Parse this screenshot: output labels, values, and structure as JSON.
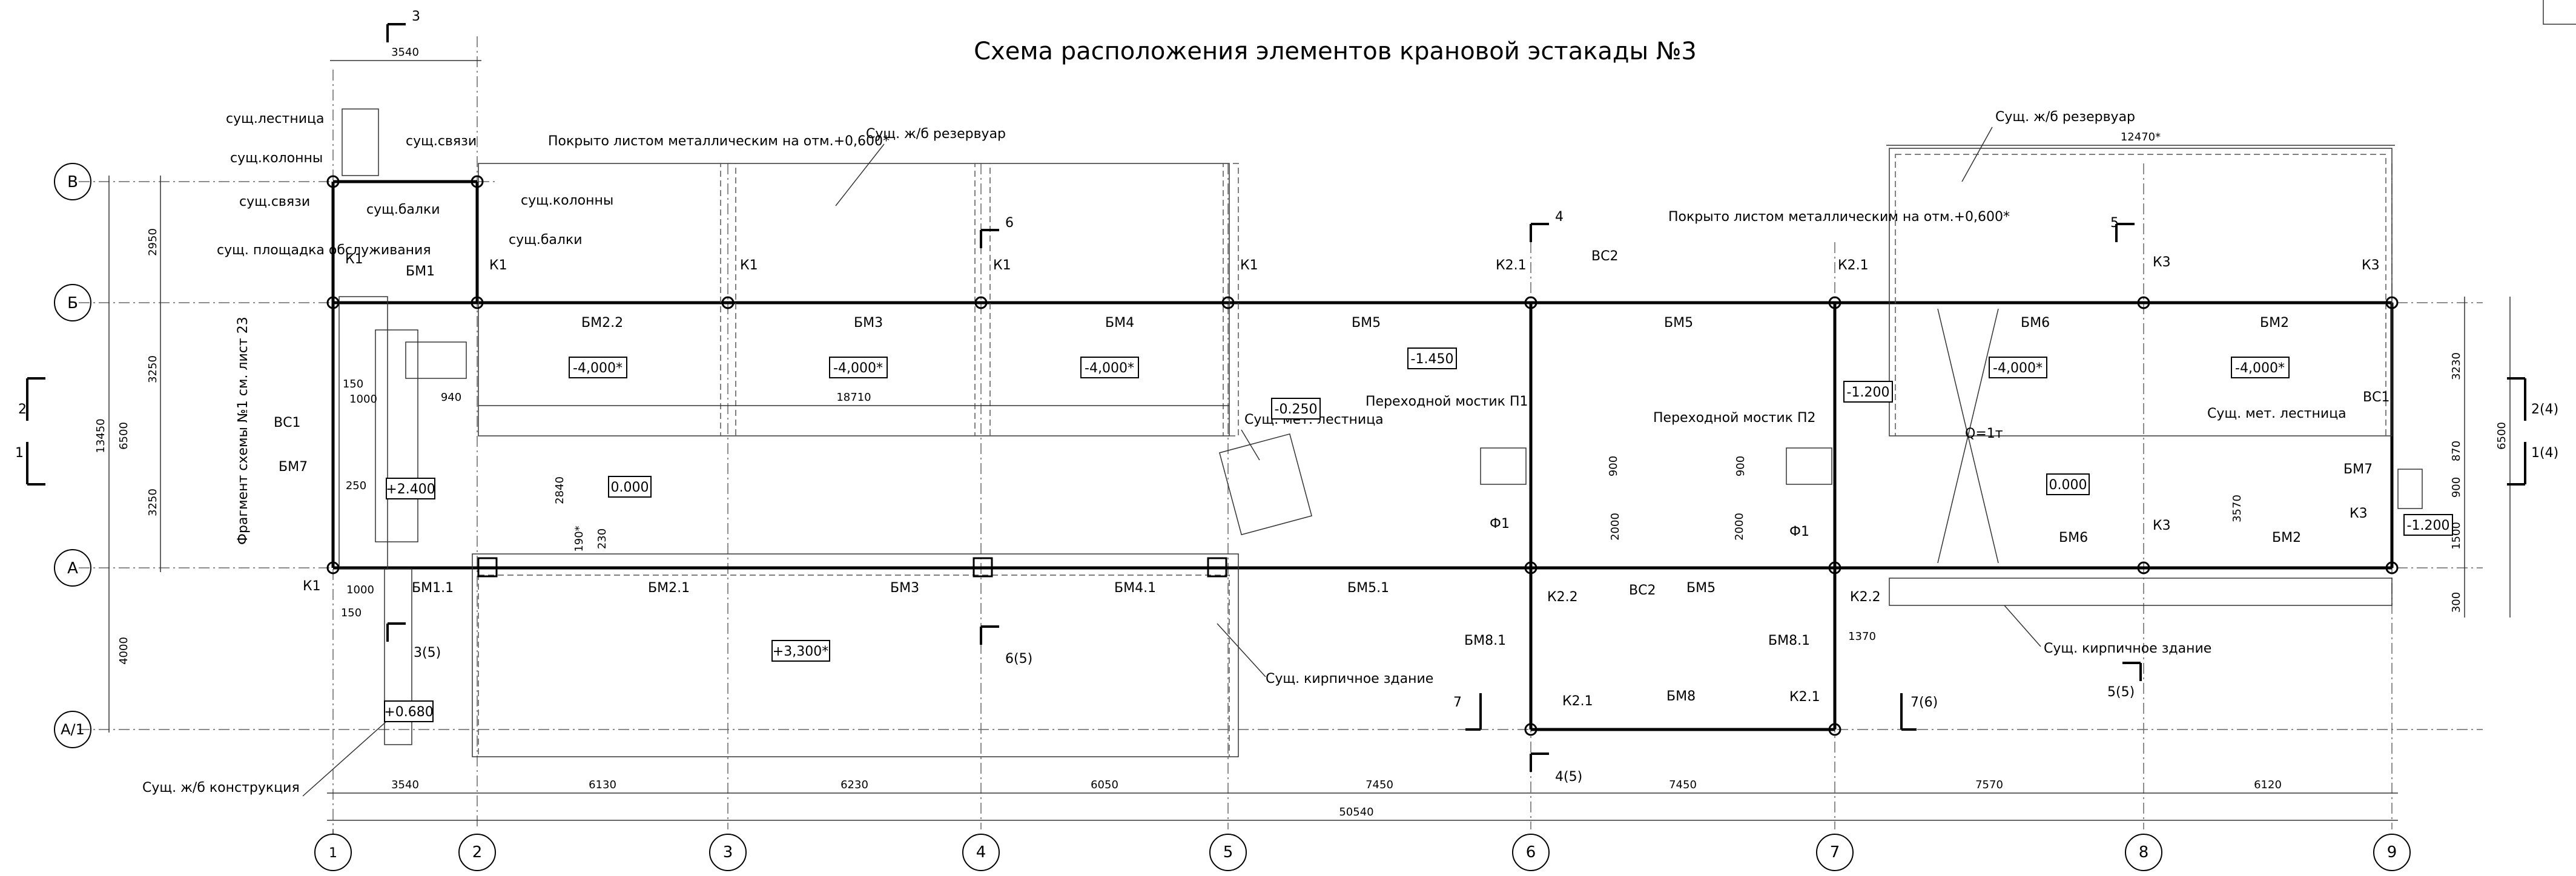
{
  "title": "Схема расположения элементов крановой эстакады №3",
  "axes_x": [
    "1",
    "2",
    "3",
    "4",
    "5",
    "6",
    "7",
    "8",
    "9"
  ],
  "axes_y": [
    "В",
    "Б",
    "А",
    "А/1"
  ],
  "spans_x": [
    "3540",
    "6130",
    "6230",
    "6050",
    "7450",
    "7450",
    "7570",
    "6120"
  ],
  "total_x": "50540",
  "top_dims": [
    "3540",
    "12470*",
    "18710",
    "940"
  ],
  "left_dims": [
    "2950",
    "3250",
    "3250",
    "4000",
    "6500",
    "13450",
    "2840",
    "190*",
    "230",
    "150",
    "1000",
    "1000",
    "150",
    "250"
  ],
  "right_dims": [
    "3230",
    "870",
    "900",
    "1500",
    "300",
    "6500",
    "3570",
    "900",
    "900",
    "2000",
    "2000",
    "1370"
  ],
  "notes": {
    "exist_stair": "сущ.лестница",
    "exist_col": "сущ.колонны",
    "exist_ties": "сущ.связи",
    "exist_platform": "сущ. площадка обслуживания",
    "exist_beams": "сущ.балки",
    "exist_ties2": "сущ.связи",
    "exist_beams2": "сущ.балки",
    "exist_col2": "сущ.колонны",
    "covered1": "Покрыто листом металлическим на отм.+0,600*",
    "covered2": "Покрыто листом металлическим на отм.+0,600*",
    "reservoir1": "Сущ. ж/б резервуар",
    "reservoir2": "Сущ. ж/б резервуар",
    "fragment": "Фрагмент схемы №1 см. лист 23",
    "met_stair1": "Сущ. мет. лестница",
    "met_stair2": "Сущ. мет. лестница",
    "bridge1": "Переходной мостик П1",
    "bridge2": "Переходной мостик П2",
    "brick1": "Сущ. кирпичное здание",
    "brick2": "Сущ. кирпичное здание",
    "concrete": "Сущ. ж/б конструкция",
    "q": "Q=1т"
  },
  "levels": [
    "-4,000*",
    "-4,000*",
    "-4,000*",
    "-1.450",
    "-1.200",
    "-4,000*",
    "-4,000*",
    "-0.250",
    "0.000",
    "0.000",
    "+2.400",
    "+3,300*",
    "+0.680",
    "-1.200"
  ],
  "marks": {
    "K1": "К1",
    "K21": "К2.1",
    "K22": "К2.2",
    "K3": "К3",
    "BM1": "БМ1",
    "BM11": "БМ1.1",
    "BM22": "БМ2.2",
    "BM21": "БМ2.1",
    "BM3": "БМ3",
    "BM4": "БМ4",
    "BM41": "БМ4.1",
    "BM5": "БМ5",
    "BM51": "БМ5.1",
    "BM6": "БМ6",
    "BM2": "БМ2",
    "BM7": "БМ7",
    "BM8": "БМ8",
    "BM81": "БМ8.1",
    "VS1": "ВС1",
    "VS2": "ВС2",
    "F1": "Ф1"
  },
  "sections": [
    "3",
    "3(5)",
    "6",
    "6(5)",
    "4",
    "4(5)",
    "5",
    "5(5)",
    "7",
    "7(6)",
    "2",
    "2(4)",
    "1",
    "1(4)"
  ]
}
